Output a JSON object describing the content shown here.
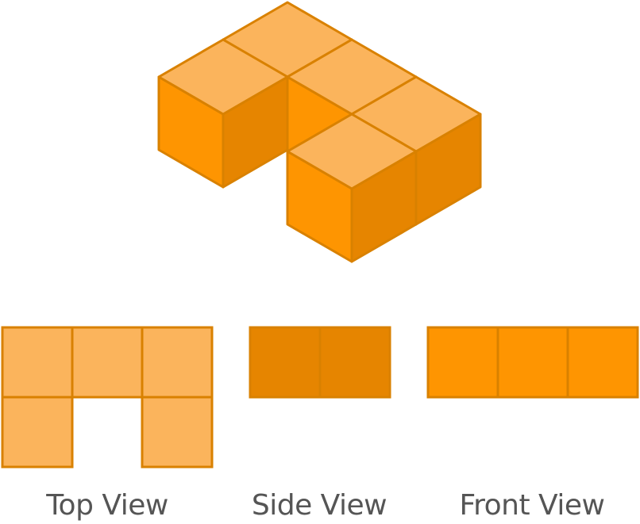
{
  "colors": {
    "top_face": "#FBB45C",
    "left_face": "#FE9501",
    "right_face": "#E68500",
    "stroke": "#D98100",
    "label_text": "#555555"
  },
  "figure": {
    "cubes": [
      {
        "a": 0,
        "b": 0
      },
      {
        "a": 1,
        "b": 0
      },
      {
        "a": 2,
        "b": 0
      },
      {
        "a": 0,
        "b": 1
      },
      {
        "a": 2,
        "b": 1
      }
    ]
  },
  "views": [
    {
      "id": "top",
      "label": "Top View",
      "face": "top_face",
      "grid": [
        [
          1,
          1,
          1
        ],
        [
          1,
          0,
          1
        ]
      ]
    },
    {
      "id": "side",
      "label": "Side View",
      "face": "right_face",
      "grid": [
        [
          1,
          1
        ]
      ]
    },
    {
      "id": "front",
      "label": "Front View",
      "face": "left_face",
      "grid": [
        [
          1,
          1,
          1
        ]
      ]
    }
  ]
}
